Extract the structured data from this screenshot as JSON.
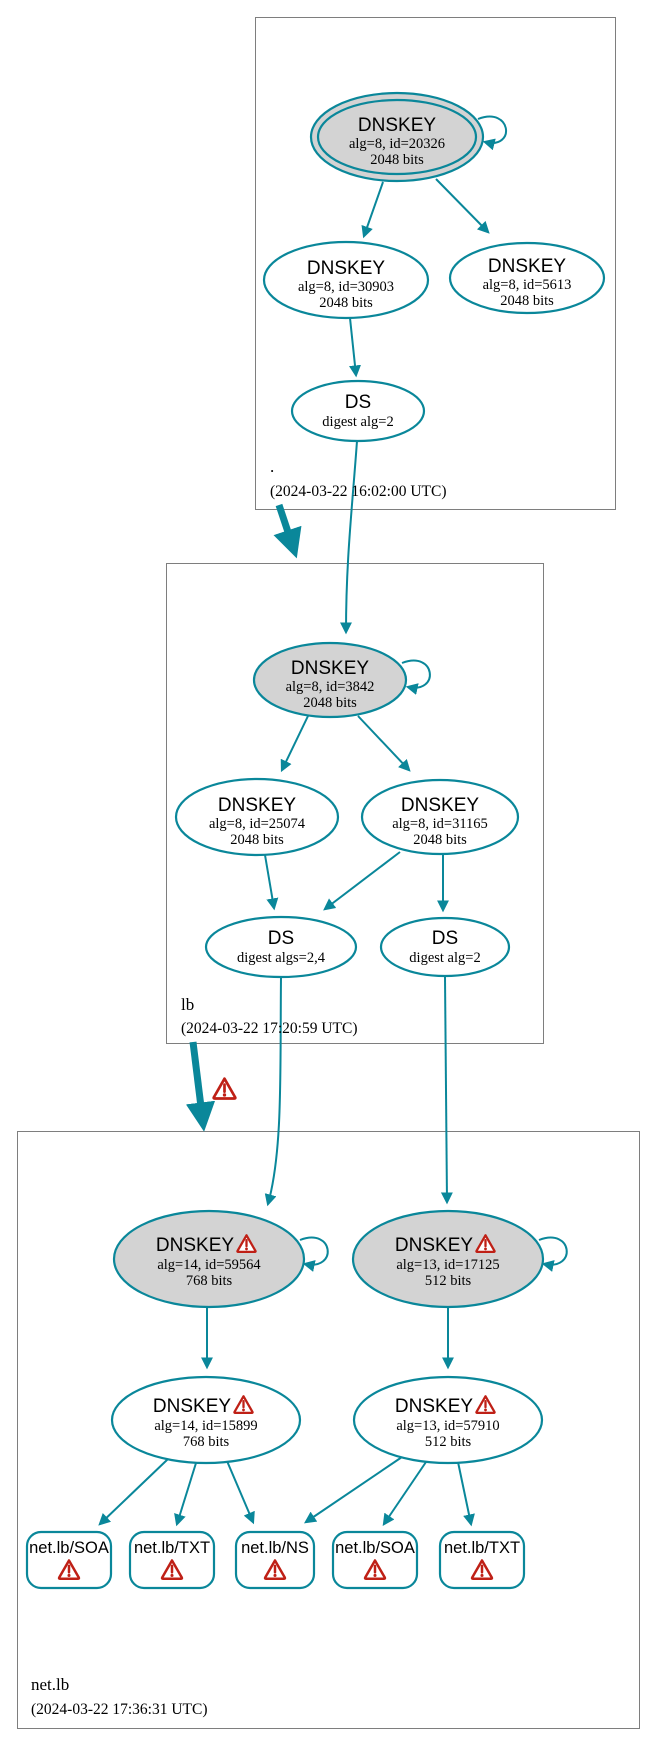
{
  "diagram": {
    "zones": [
      {
        "label": ".",
        "timestamp": "(2024-03-22 16:02:00 UTC)"
      },
      {
        "label": "lb",
        "timestamp": "(2024-03-22 17:20:59 UTC)"
      },
      {
        "label": "net.lb",
        "timestamp": "(2024-03-22 17:36:31 UTC)"
      }
    ],
    "nodes": {
      "root_ksk": {
        "title": "DNSKEY",
        "detail1": "alg=8, id=20326",
        "detail2": "2048 bits"
      },
      "root_zsk1": {
        "title": "DNSKEY",
        "detail1": "alg=8, id=30903",
        "detail2": "2048 bits"
      },
      "root_zsk2": {
        "title": "DNSKEY",
        "detail1": "alg=8, id=5613",
        "detail2": "2048 bits"
      },
      "root_ds": {
        "title": "DS",
        "detail1": "digest alg=2"
      },
      "lb_ksk": {
        "title": "DNSKEY",
        "detail1": "alg=8, id=3842",
        "detail2": "2048 bits"
      },
      "lb_zsk1": {
        "title": "DNSKEY",
        "detail1": "alg=8, id=25074",
        "detail2": "2048 bits"
      },
      "lb_zsk2": {
        "title": "DNSKEY",
        "detail1": "alg=8, id=31165",
        "detail2": "2048 bits"
      },
      "lb_ds1": {
        "title": "DS",
        "detail1": "digest algs=2,4"
      },
      "lb_ds2": {
        "title": "DS",
        "detail1": "digest alg=2"
      },
      "netlb_ksk1": {
        "title": "DNSKEY",
        "detail1": "alg=14, id=59564",
        "detail2": "768 bits"
      },
      "netlb_ksk2": {
        "title": "DNSKEY",
        "detail1": "alg=13, id=17125",
        "detail2": "512 bits"
      },
      "netlb_zsk1": {
        "title": "DNSKEY",
        "detail1": "alg=14, id=15899",
        "detail2": "768 bits"
      },
      "netlb_zsk2": {
        "title": "DNSKEY",
        "detail1": "alg=13, id=57910",
        "detail2": "512 bits"
      }
    },
    "rrsets": [
      {
        "label": "net.lb/SOA"
      },
      {
        "label": "net.lb/TXT"
      },
      {
        "label": "net.lb/NS"
      },
      {
        "label": "net.lb/SOA"
      },
      {
        "label": "net.lb/TXT"
      }
    ],
    "colors": {
      "secure": "#0a879a",
      "warning": "#bf2016",
      "key_fill": "#d3d3d3"
    }
  }
}
